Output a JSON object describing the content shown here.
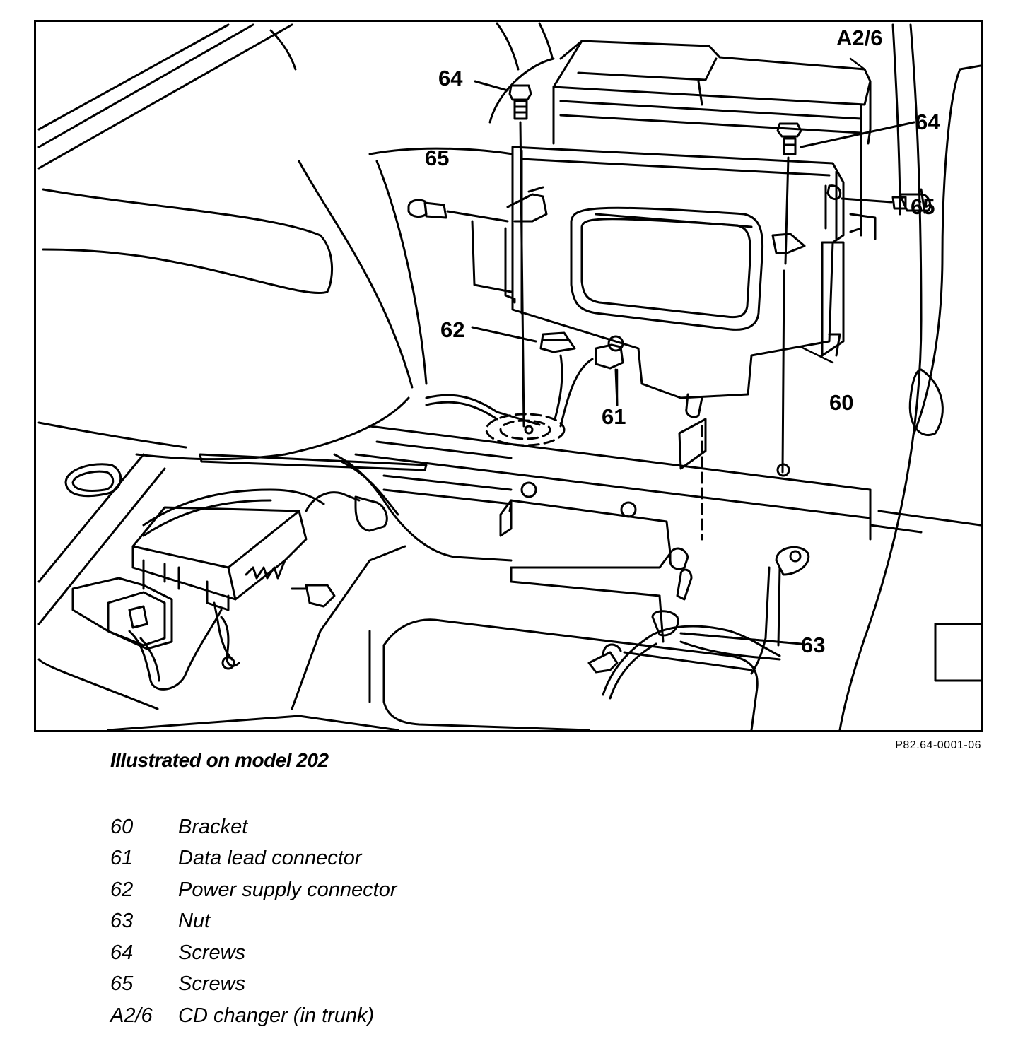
{
  "diagram": {
    "labels": {
      "a2_6": "A2/6",
      "screw64_left": "64",
      "screw64_right": "64",
      "screw65_left": "65",
      "screw65_right": "65",
      "connector62": "62",
      "connector61": "61",
      "bracket60": "60",
      "nut63": "63"
    },
    "figure_ref": "P82.64-0001-06",
    "caption": "Illustrated on model 202"
  },
  "legend": {
    "items": [
      {
        "code": "60",
        "text": "Bracket"
      },
      {
        "code": "61",
        "text": "Data lead connector"
      },
      {
        "code": "62",
        "text": "Power supply connector"
      },
      {
        "code": "63",
        "text": "Nut"
      },
      {
        "code": "64",
        "text": "Screws"
      },
      {
        "code": "65",
        "text": "Screws"
      },
      {
        "code": "A2/6",
        "text": "CD changer (in trunk)"
      }
    ]
  }
}
